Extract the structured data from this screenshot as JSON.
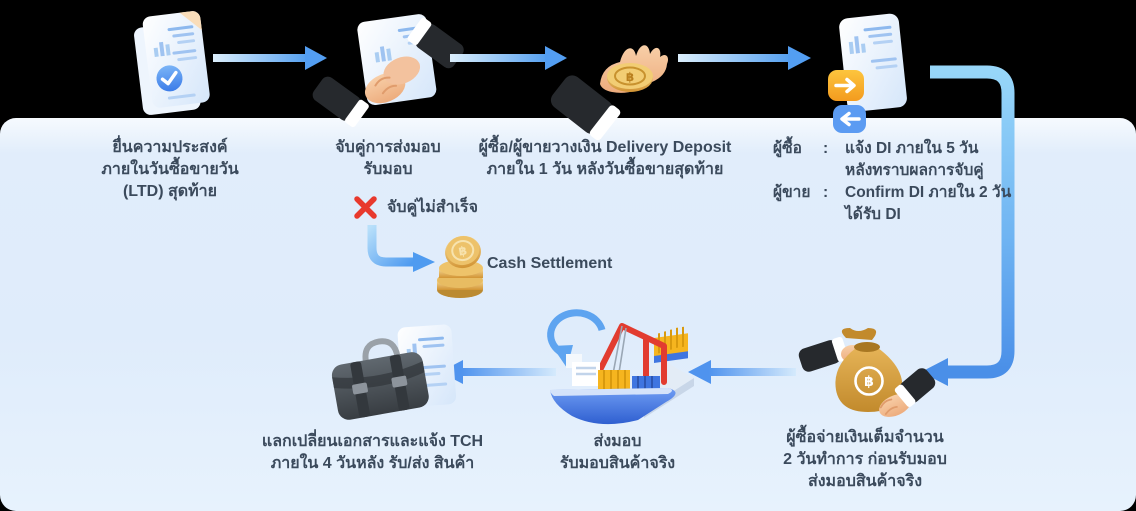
{
  "symbols": {
    "baht": "฿"
  },
  "colors": {
    "panel_bg": "#dfecfb",
    "text": "#3b4a5c",
    "fail_red": "#e8392d",
    "arrow_blue": "#4f9bf0",
    "connector_light": "#93d3f8",
    "connector_dark": "#4a8fe8",
    "gold": "#d9a03c",
    "crane_red": "#e23c30"
  },
  "flow": {
    "step1_lines": [
      "ยื่นความประสงค์",
      "ภายในวันซื้อขายวัน",
      "(LTD) สุดท้าย"
    ],
    "step2_lines": [
      "จับคู่การส่งมอบ",
      "รับมอบ"
    ],
    "fail_label": "จับคู่ไม่สำเร็จ",
    "cash_label": "Cash Settlement",
    "step3_lines": [
      "ผู้ซื้อ/ผู้ขายวางเงิน Delivery Deposit",
      "ภายใน 1 วัน หลังวันซื้อขายสุดท้าย"
    ],
    "step4_rows": [
      {
        "label": "ผู้ซื้อ",
        "sep": ":",
        "text": "แจ้ง DI ภายใน 5 วัน"
      },
      {
        "label": "",
        "sep": "",
        "text": "หลังทราบผลการจับคู่"
      },
      {
        "label": "ผู้ขาย",
        "sep": ":",
        "text": "Confirm DI ภายใน 2 วัน"
      },
      {
        "label": "",
        "sep": "",
        "text": "ได้รับ DI"
      }
    ],
    "step5_lines": [
      "ผู้ซื้อจ่ายเงินเต็มจำนวน",
      "2 วันทำการ ก่อนรับมอบ",
      "ส่งมอบสินค้าจริง"
    ],
    "step6_lines": [
      "ส่งมอบ",
      "รับมอบสินค้าจริง"
    ],
    "step7_lines": [
      "แลกเปลี่ยนเอกสารและแจ้ง TCH",
      "ภายใน 4 วันหลัง รับ/ส่ง สินค้า"
    ]
  }
}
